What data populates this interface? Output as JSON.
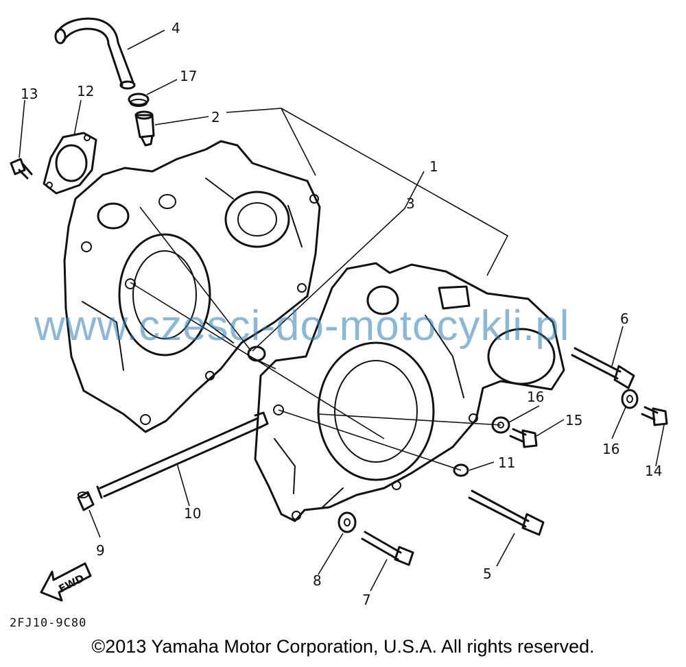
{
  "callouts": {
    "c1": "1",
    "c2": "2",
    "c3": "3",
    "c4": "4",
    "c5": "5",
    "c6": "6",
    "c7": "7",
    "c8": "8",
    "c9": "9",
    "c10": "10",
    "c11": "11",
    "c12": "12",
    "c13": "13",
    "c14": "14",
    "c15": "15",
    "c16a": "16",
    "c16b": "16",
    "c17": "17"
  },
  "fwd_label": "FWD",
  "diagram_code": "2FJ10-9C80",
  "watermark": "www.czesci-do-motocykli.pl",
  "copyright": "©2013 Yamaha Motor Corporation, U.S.A. All rights reserved."
}
